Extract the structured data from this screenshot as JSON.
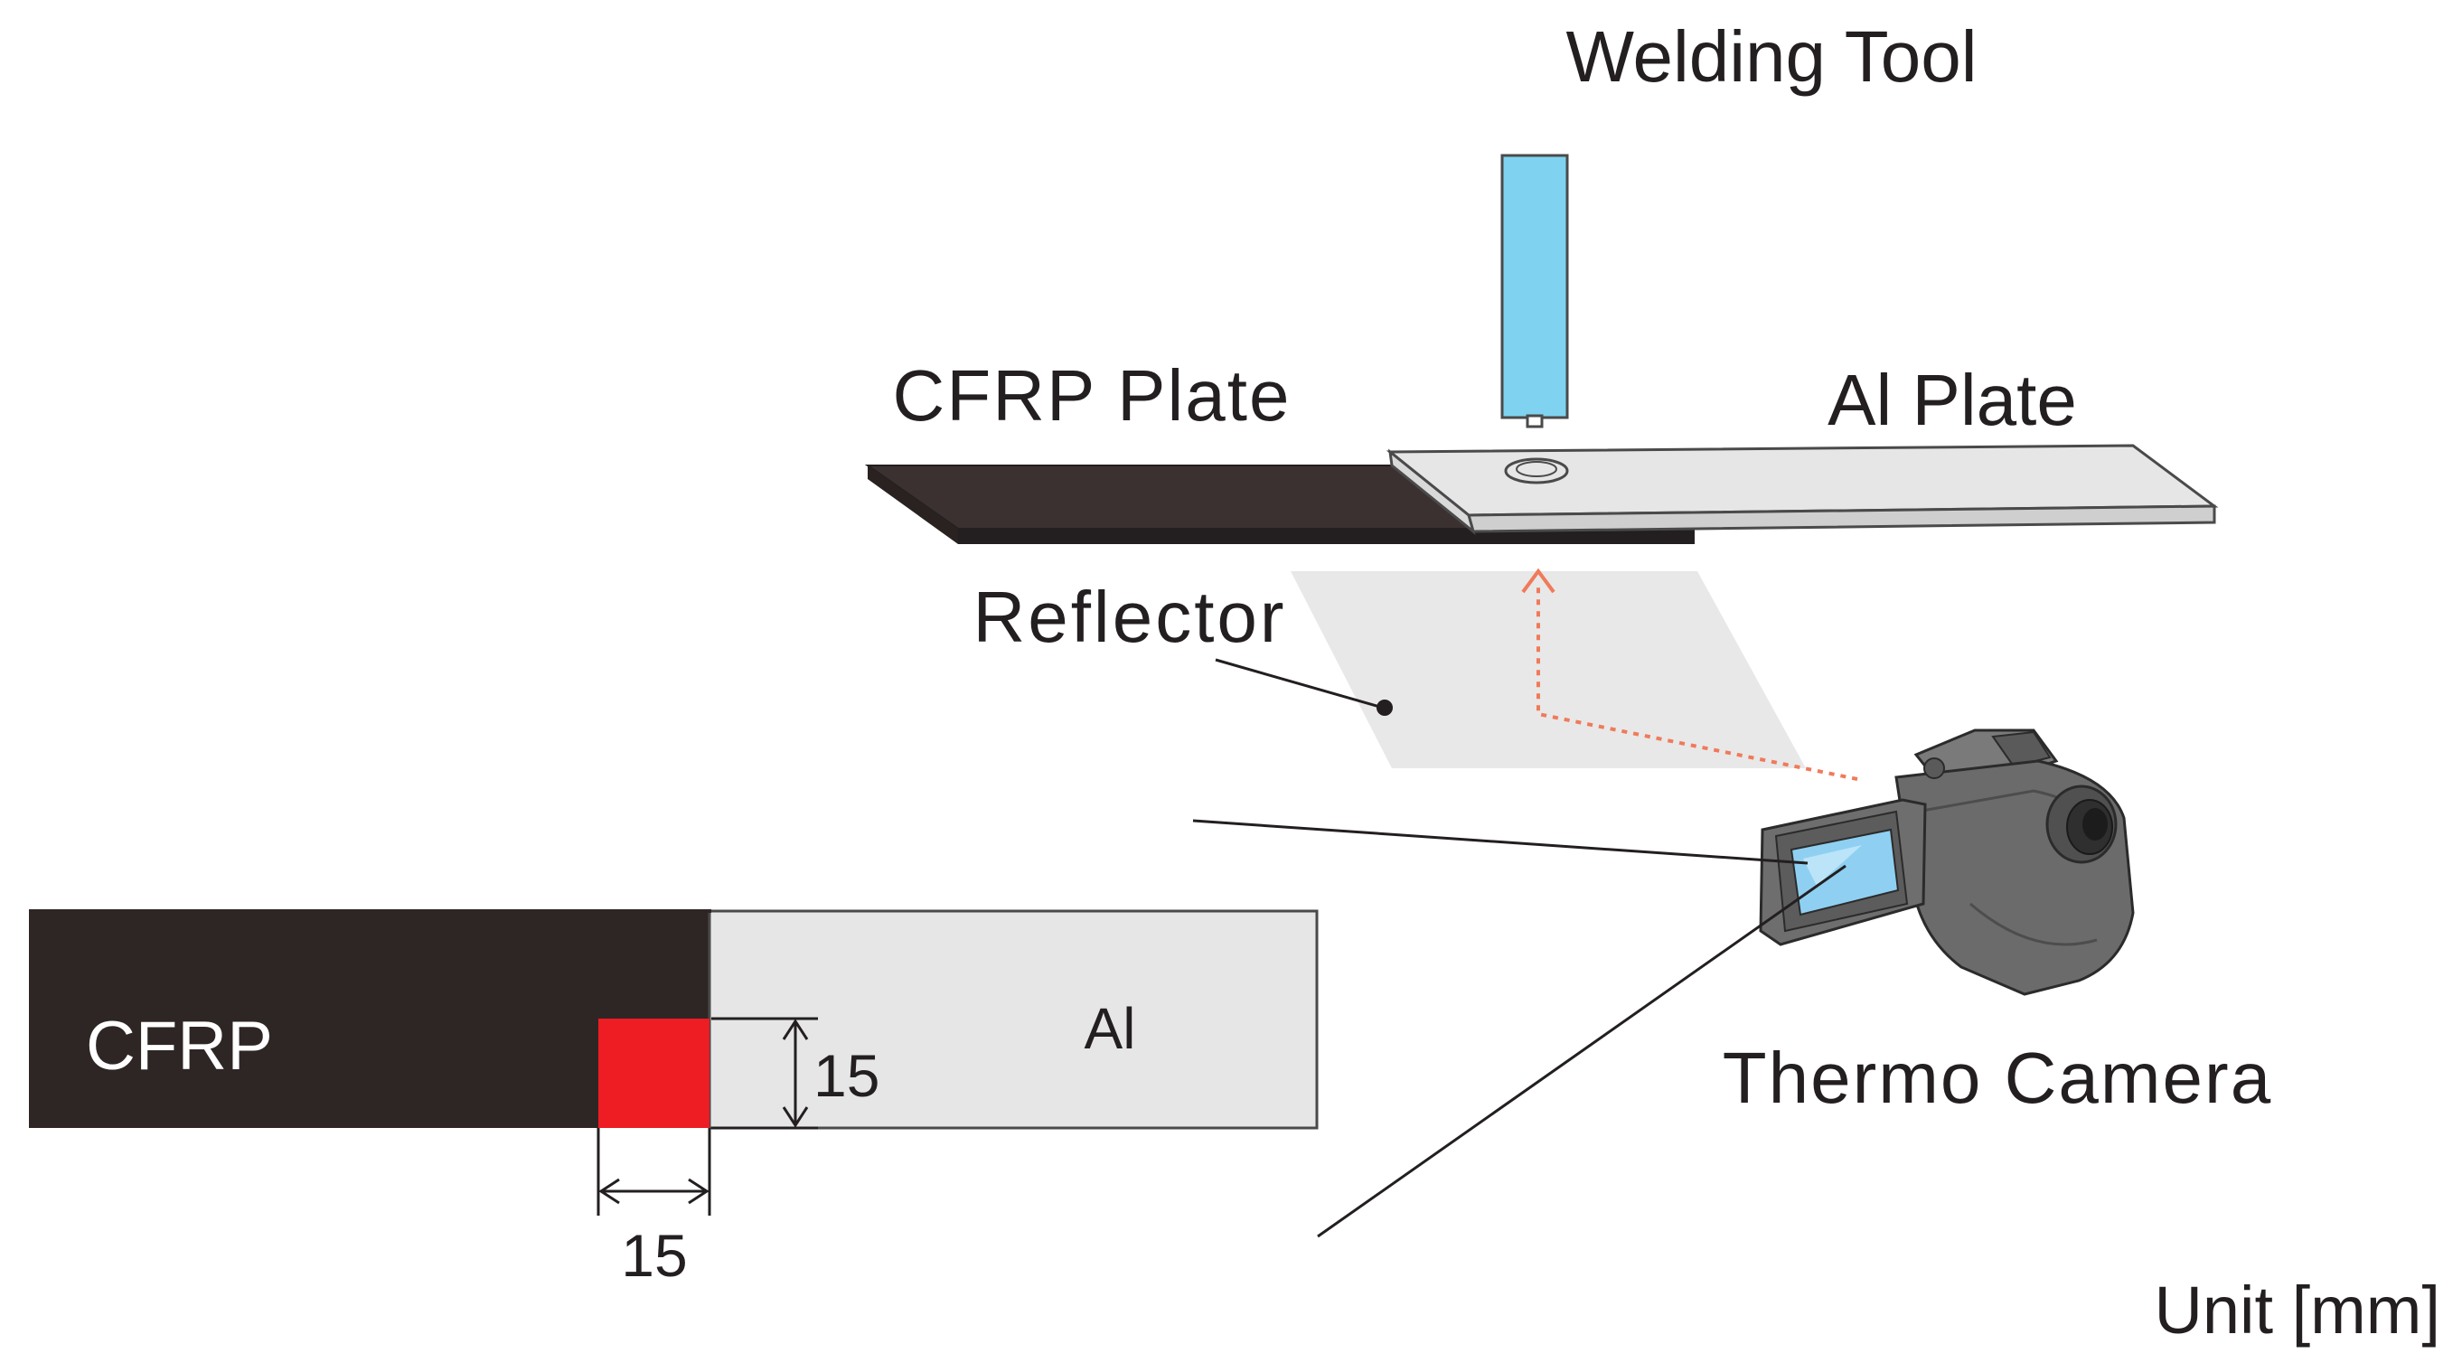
{
  "labels": {
    "welding_tool": "Welding Tool",
    "cfrp_plate": "CFRP Plate",
    "al_plate": "Al Plate",
    "reflector": "Reflector",
    "thermo_camera": "Thermo Camera",
    "cfrp": "CFRP",
    "al": "Al",
    "dim_height": "15",
    "dim_width": "15",
    "unit": "Unit [mm]"
  },
  "colors": {
    "cfrp": "#2e2625",
    "aluminum": "#e6e6e6",
    "welding_tool": "#7fd3f0",
    "reflector": "#e8e8e8",
    "measurement_area": "#ee1c23",
    "ir_path": "#f07a5a",
    "camera_body": "#6b6b6b",
    "camera_screen": "#8fd0f2"
  }
}
